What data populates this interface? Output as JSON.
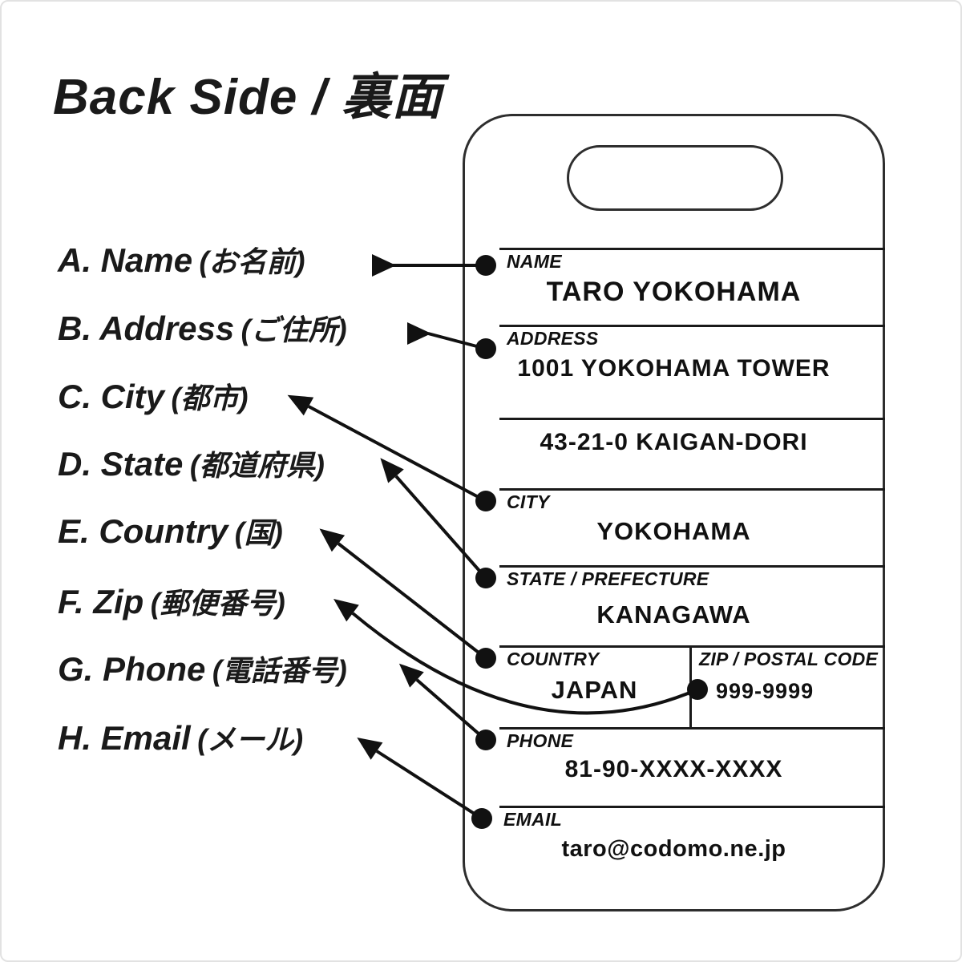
{
  "title": "Back Side / 裏面",
  "legend": {
    "items": [
      {
        "en": "A. Name",
        "jp": "(お名前)"
      },
      {
        "en": "B. Address",
        "jp": "(ご住所)"
      },
      {
        "en": "C. City",
        "jp": "(都市)"
      },
      {
        "en": "D. State",
        "jp": "(都道府県)"
      },
      {
        "en": "E. Country",
        "jp": "(国)"
      },
      {
        "en": "F. Zip",
        "jp": "(郵便番号)"
      },
      {
        "en": "G. Phone",
        "jp": "(電話番号)"
      },
      {
        "en": "H. Email",
        "jp": "(メール)"
      }
    ]
  },
  "tag": {
    "fields": {
      "name": {
        "label": "NAME",
        "value": "TARO YOKOHAMA"
      },
      "address": {
        "label": "ADDRESS",
        "line1": "1001 YOKOHAMA TOWER",
        "line2": "43-21-0 KAIGAN-DORI"
      },
      "city": {
        "label": "CITY",
        "value": "YOKOHAMA"
      },
      "state": {
        "label": "STATE / PREFECTURE",
        "value": "KANAGAWA"
      },
      "country": {
        "label": "COUNTRY",
        "value": "JAPAN"
      },
      "zip": {
        "label": "ZIP / POSTAL CODE",
        "value": "999-9999"
      },
      "phone": {
        "label": "PHONE",
        "value": "81-90-XXXX-XXXX"
      },
      "email": {
        "label": "EMAIL",
        "value": "taro@codomo.ne.jp"
      }
    }
  },
  "colors": {
    "ink": "#111111",
    "tag_border": "#2e2e2e"
  }
}
